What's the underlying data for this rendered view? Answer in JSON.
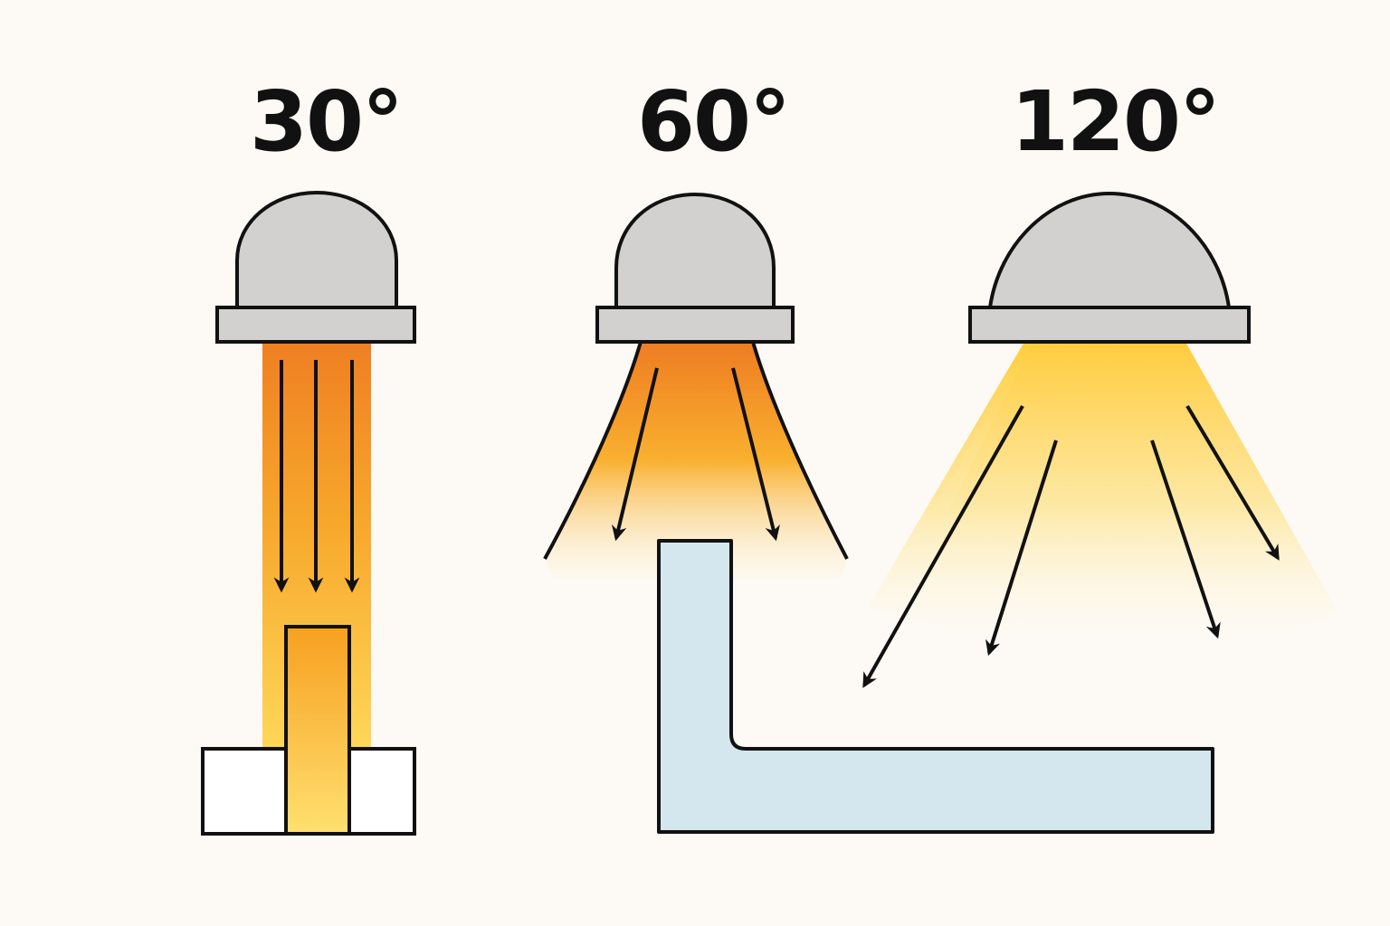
{
  "lamps": [
    {
      "id": "narrow",
      "angle_label": "30°"
    },
    {
      "id": "medium",
      "angle_label": "60°"
    },
    {
      "id": "wide",
      "angle_label": "120°"
    }
  ],
  "colors": {
    "background": "#fdfaf5",
    "lamp_dome": "#d3d1cf",
    "outline": "#111111",
    "beam_hot": "#f07f22",
    "beam_warm": "#f9b52c",
    "beam_soft": "#ffd84d",
    "l_shaped_object": "#d4e6ee",
    "block": "#ffffff"
  },
  "icons": {
    "lamp": "lamp-dome-icon",
    "ray": "arrow-down-icon"
  }
}
